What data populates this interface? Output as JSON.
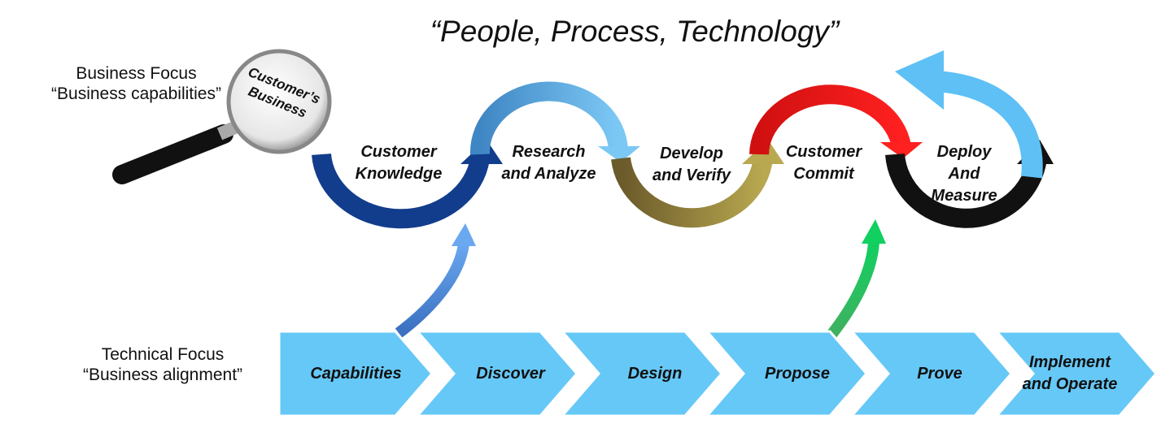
{
  "title": "“People, Process, Technology”",
  "business_focus": {
    "line1": "Business Focus",
    "line2": "“Business capabilities”"
  },
  "technical_focus": {
    "line1": "Technical Focus",
    "line2": "“Business alignment”"
  },
  "magnifier": {
    "line1": "Customer’s",
    "line2": "Business"
  },
  "wave_stages": [
    {
      "label": "Customer Knowledge",
      "color": "#123d8c"
    },
    {
      "label": "Research and Analyze",
      "color": "#4a9ad4"
    },
    {
      "label": "Develop and Verify",
      "color": "#8a7a3a"
    },
    {
      "label": "Customer Commit",
      "color": "#e01010"
    },
    {
      "label": "Deploy And Measure",
      "color": "#111111"
    }
  ],
  "chevrons": [
    "Capabilities",
    "Discover",
    "Design",
    "Propose",
    "Prove",
    "Implement and Operate"
  ],
  "colors": {
    "chevron": "#66c8f7",
    "return_arrow": "#5ec0f5",
    "link_blue": "#4a8fe0",
    "link_green": "#20c060"
  }
}
